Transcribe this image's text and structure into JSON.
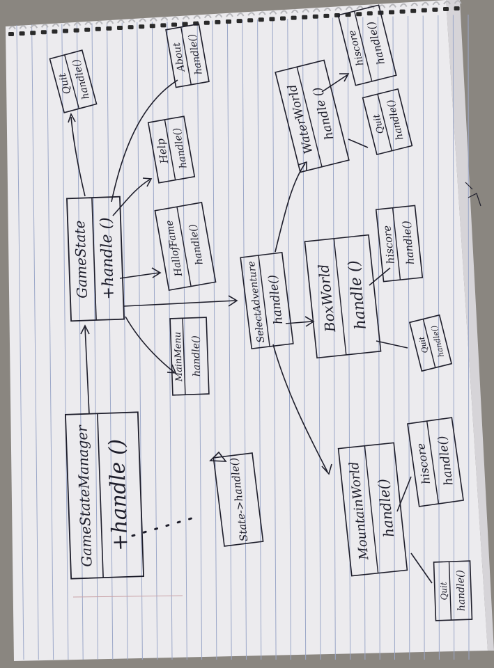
{
  "colors": {
    "paper": "#ecebee",
    "rule": "#9ba7c8",
    "ink": "#1d1d2a",
    "table": "#8a8680"
  },
  "boxes": {
    "game_state_manager": {
      "name": "GameStateManager",
      "method": "+handle ()"
    },
    "game_state": {
      "name": "GameState",
      "method": "+handle ()"
    },
    "quit_top": {
      "name": "Quit",
      "method": "handle()"
    },
    "about": {
      "name": "About",
      "method": "handle()"
    },
    "help": {
      "name": "Help",
      "method": "handle()"
    },
    "hall_of_fame": {
      "name": "HallofFame",
      "method": "handle()"
    },
    "main_menu": {
      "name": "MainMenu",
      "method": "handle()"
    },
    "select_adventure": {
      "name": "SelectAdventure",
      "method": "handle()"
    },
    "water_world": {
      "name": "WaterWorld",
      "method": "handle ()"
    },
    "hiscore_water": {
      "name": "hiscore",
      "method": "handle()"
    },
    "quit_water": {
      "name": "Quit",
      "method": "handle()"
    },
    "box_world": {
      "name": "BoxWorld",
      "method": "handle ()"
    },
    "hiscore_box": {
      "name": "hiscore",
      "method": "handle()"
    },
    "quit_box": {
      "name": "Quit",
      "method": "handle()"
    },
    "mountain_world": {
      "name": "MountainWorld",
      "method": "handle()"
    },
    "hiscore_mountain": {
      "name": "hiscore",
      "method": "handle()"
    },
    "quit_mountain": {
      "name": "Quit",
      "method": "handle()"
    },
    "note": {
      "text": "State->handle()"
    }
  }
}
